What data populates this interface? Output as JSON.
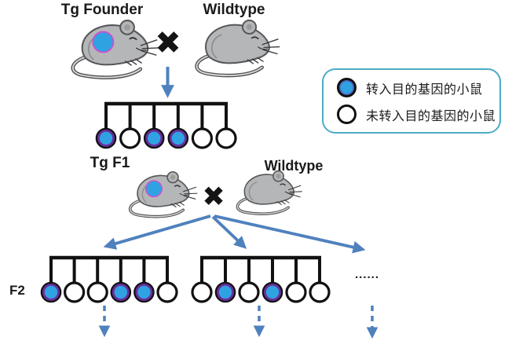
{
  "colors": {
    "arrow": "#4f81bd",
    "comb_line": "#111111",
    "tg_fill": "#2fa3e2",
    "tg_ring": "#6a2d9c",
    "circle_outline": "#111111",
    "legend_border": "#4bacc6",
    "mouse_body": "#b5b6b8",
    "mouse_outline": "#555659",
    "tg_spot_ring": "#cf4fcf"
  },
  "founder_cross": {
    "left_label": "Tg Founder",
    "right_label": "Wildtype",
    "cross_symbol": "✖",
    "left_variant": "transgenic",
    "right_variant": "wildtype"
  },
  "f1_litter": {
    "pattern": [
      "tg",
      "wt",
      "tg",
      "tg",
      "wt",
      "wt"
    ]
  },
  "f1_cross": {
    "left_label": "Tg F1",
    "right_label": "Wildtype",
    "cross_symbol": "✖",
    "left_variant": "transgenic",
    "right_variant": "wildtype"
  },
  "f2": {
    "row_label": "F2",
    "litters": [
      {
        "pattern": [
          "tg",
          "wt",
          "wt",
          "tg",
          "tg",
          "wt"
        ]
      },
      {
        "pattern": [
          "wt",
          "tg",
          "wt",
          "tg",
          "wt",
          "wt"
        ]
      }
    ],
    "ellipsis": "......"
  },
  "legend": {
    "items": [
      {
        "type": "tg",
        "label": "转入目的基因的小鼠"
      },
      {
        "type": "wt",
        "label": "未转入目的基因的小鼠"
      }
    ]
  }
}
